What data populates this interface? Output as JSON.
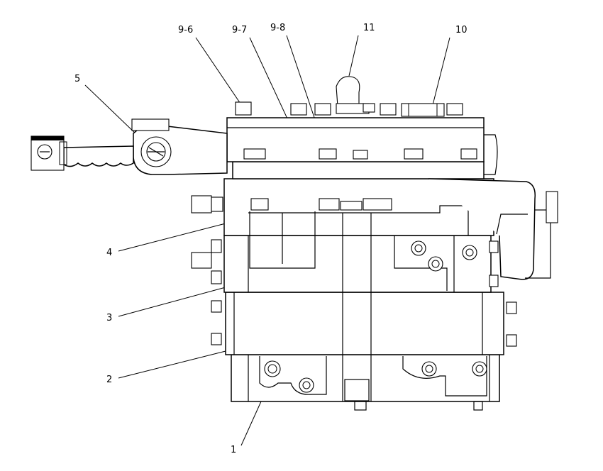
{
  "callouts": {
    "c9_6": "9-6",
    "c9_7": "9-7",
    "c9_8": "9-8",
    "c11": "11",
    "c10": "10",
    "c5": "5",
    "c4": "4",
    "c3": "3",
    "c2": "2",
    "c1": "1"
  }
}
